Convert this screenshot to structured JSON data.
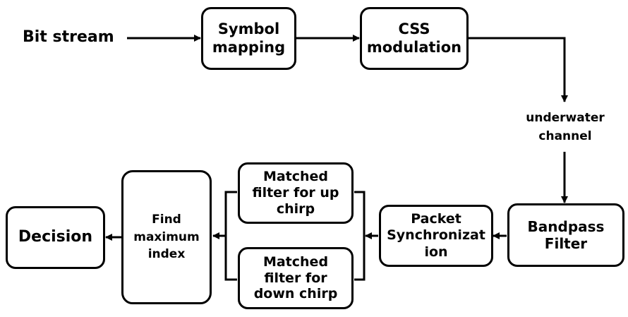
{
  "diagram": {
    "input_label": "Bit stream",
    "symbol_mapping": "Symbol\nmapping",
    "css_modulation": "CSS\nmodulation",
    "channel_label": "underwater\nchannel",
    "bandpass_filter": "Bandpass\nFilter",
    "packet_sync": "Packet\nSynchronization",
    "matched_up": "Matched\nfilter for up\nchirp",
    "matched_down": "Matched\nfilter for\ndown chirp",
    "find_max": "Find\nmaximum\nindex",
    "decision": "Decision"
  },
  "colors": {
    "stroke": "#000000",
    "fill": "#ffffff"
  }
}
